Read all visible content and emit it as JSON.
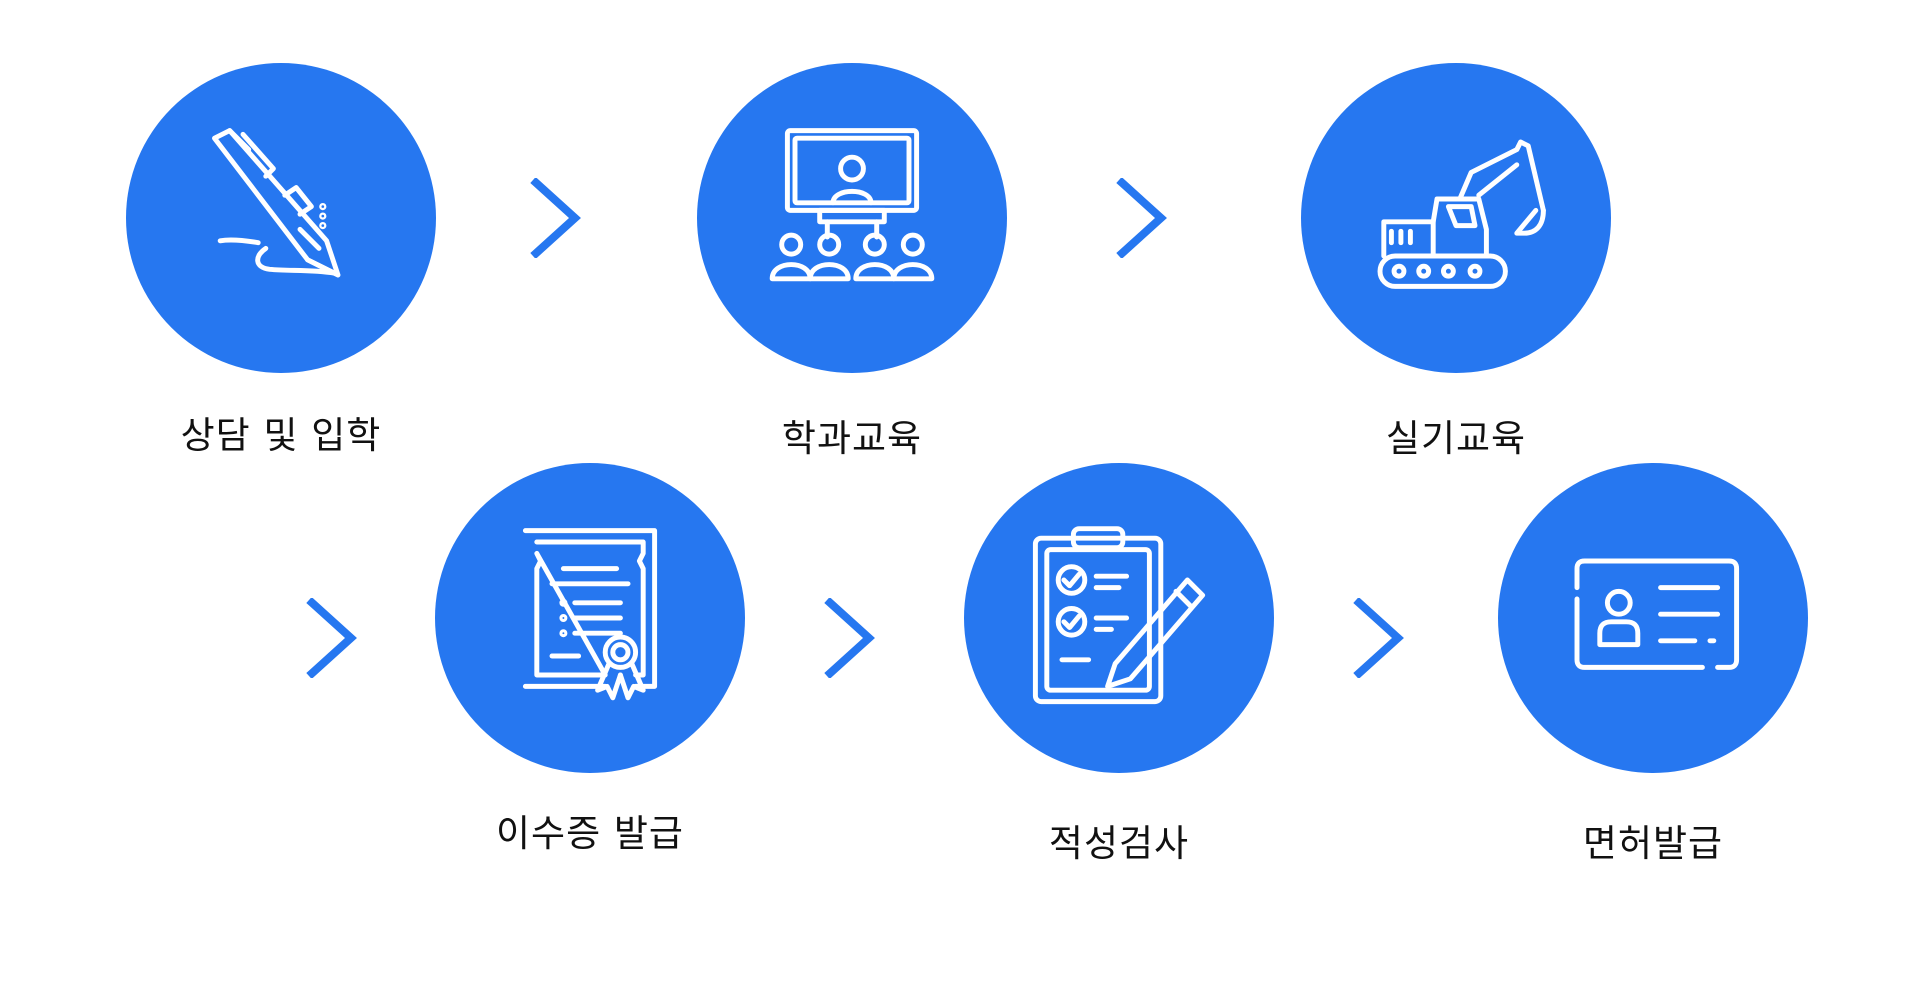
{
  "colors": {
    "accent": "#2677F0",
    "icon_stroke": "#ffffff",
    "label_text": "#111111"
  },
  "steps": [
    {
      "label": "상담 및 입학",
      "icon": "pen-signature-icon"
    },
    {
      "label": "학과교육",
      "icon": "lecture-classroom-icon"
    },
    {
      "label": "실기교육",
      "icon": "excavator-icon"
    },
    {
      "label": "이수증 발급",
      "icon": "certificate-icon"
    },
    {
      "label": "적성검사",
      "icon": "clipboard-checklist-icon"
    },
    {
      "label": "면허발급",
      "icon": "id-card-icon"
    }
  ],
  "arrows": [
    {
      "icon": "chevron-right-icon"
    },
    {
      "icon": "chevron-right-icon"
    },
    {
      "icon": "chevron-right-icon"
    },
    {
      "icon": "chevron-right-icon"
    },
    {
      "icon": "chevron-right-icon"
    }
  ]
}
